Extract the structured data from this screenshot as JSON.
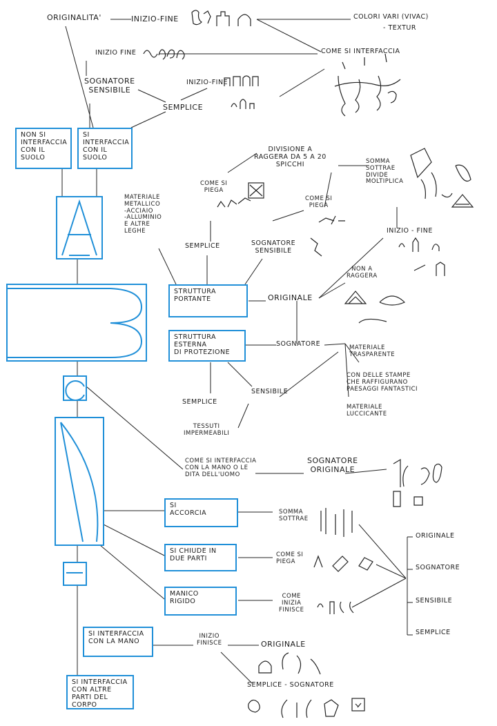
{
  "labels": {
    "originalita": "ORIGINALITA'",
    "inizio_fine_top": "INIZIO-FINE",
    "colori": "COLORI VARI (VIVAC)",
    "textur": "- TEXTUR",
    "come_si_interfaccia": "COME SI INTERFACCIA",
    "inizio_fine_2": "INIZIO FINE",
    "sognatore_sensibile": "SOGNATORE\nSENSIBILE",
    "inizio_fine_3": "INIZIO-FINE",
    "semplice_top": "SEMPLICE",
    "materiale_metallico": "MATERIALE\nMETALLICO\n-ACCIAIO\n-ALLUMINIO\nE ALTRE\nLEGHE",
    "come_si_piega_1": "COME SI\nPIEGA",
    "divisione": "DIVISIONE A\nRAGGERA DA 5 A 20\nSPICCHI",
    "somma": "SOMMA\nSOTTRAE\nDIVIDE\nMOLTIPLICA",
    "come_si_piega_2": "COME SI\nPIEGA",
    "inizio_fine_4": "INIZIO - FINE",
    "semplice_mid": "SEMPLICE",
    "sognatore_sensibile_2": "SOGNATORE\nSENSIBILE",
    "non_a_raggera": "NON A\nRAGGERA",
    "originale_mid": "ORIGINALE",
    "sognatore_mid": "SOGNATORE",
    "materiale_trasparente": "MATERIALE\nTRASPARENTE",
    "con_delle_stampe": "CON DELLE STAMPE\nCHE RAFFIGURANO\nPAESAGGI FANTASTICI",
    "materiale_luccicante": "MATERIALE\nLUCCICANTE",
    "semplice_low": "SEMPLICE",
    "sensibile_low": "SENSIBILE",
    "tessuti": "TESSUTI\nIMPERMEABILI",
    "come_si_interfaccia_mano": "COME SI INTERFACCIA\nCON LA MANO O LE\nDITA DELL'UOMO",
    "sognatore_originale": "SOGNATORE\nORIGINALE",
    "somma_sottrae": "SOMMA\nSOTTRAE",
    "come_si_piega_3": "COME SI\nPIEGA",
    "come_inizia_finisce": "COME\nINIZIA\nFINISCE",
    "legend_originale": "ORIGINALE",
    "legend_sognatore": "SOGNATORE",
    "legend_sensibile": "SENSIBILE",
    "legend_semplice": "SEMPLICE",
    "inizio_finisce": "INIZIO\nFINISCE",
    "originale_bottom": "ORIGINALE",
    "semplice_sognatore": "SEMPLICE - SOGNATORE"
  },
  "boxes": {
    "non_si_interfaccia": "NON SI\nINTERFACCIA\nCON IL\nSUOLO",
    "si_interfaccia_suolo": "SI INTERFACCIA\nCON IL\nSUOLO",
    "struttura_portante": "STRUTTURA\nPORTANTE",
    "struttura_esterna": "STRUTTURA ESTERNA\nDI PROTEZIONE",
    "si_accorcia": "SI\nACCORCIA",
    "si_chiude": "SI CHIUDE IN\nDUE PARTI",
    "manico_rigido": "MANICO\nRIGIDO",
    "si_interfaccia_mano": "SI INTERFACCIA\nCON LA MANO",
    "si_interfaccia_altre": "SI INTERFACCIA\nCON ALTRE\nPARTI DEL CORPO"
  },
  "colors": {
    "box_stroke": "#1f8fd8",
    "ink": "#1a1a1a"
  }
}
